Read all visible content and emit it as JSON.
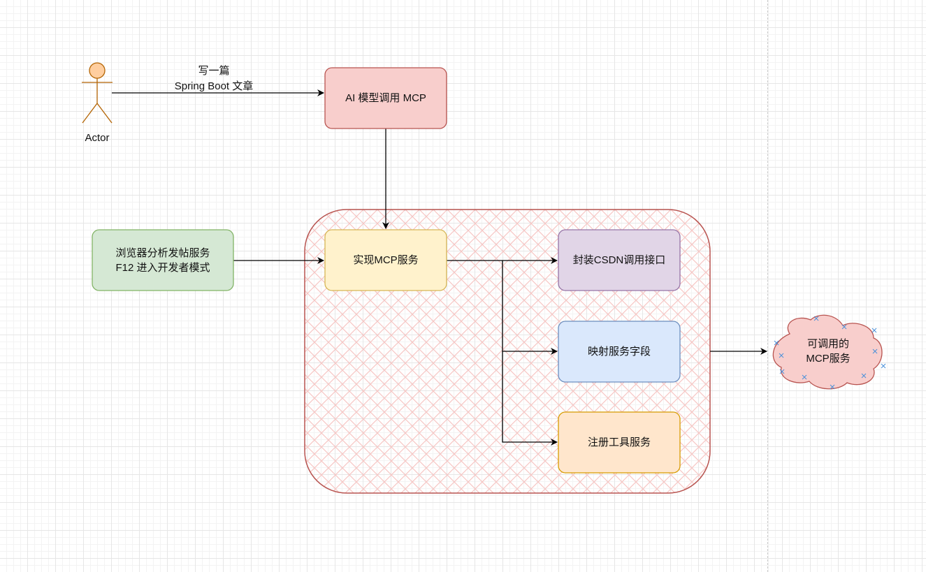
{
  "actor": {
    "label": "Actor"
  },
  "edge_actor_to_ai": {
    "line1": "写一篇",
    "line2": "Spring Boot 文章"
  },
  "nodes": {
    "ai_model": "AI 模型调用 MCP",
    "browser": {
      "line1": "浏览器分析发帖服务",
      "line2": "F12 进入开发者模式"
    },
    "implement_mcp": "实现MCP服务",
    "wrap_csdn": "封装CSDN调用接口",
    "map_fields": "映射服务字段",
    "register_tools": "注册工具服务",
    "callable_service": {
      "line1": "可调用的",
      "line2": "MCP服务"
    }
  },
  "colors": {
    "ai_model_fill": "#f8cecc",
    "ai_model_stroke": "#b85450",
    "browser_fill": "#d5e8d4",
    "browser_stroke": "#82b366",
    "implement_fill": "#fff2cc",
    "implement_stroke": "#d6b656",
    "csdn_fill": "#e1d5e7",
    "csdn_stroke": "#9673a6",
    "map_fill": "#dae8fc",
    "map_stroke": "#6c8ebf",
    "register_fill": "#ffe6cc",
    "register_stroke": "#d79b00",
    "container_hatch": "#f8cecc",
    "container_stroke": "#b85450",
    "actor_fill": "#ffce9f",
    "actor_stroke": "#b46504"
  }
}
